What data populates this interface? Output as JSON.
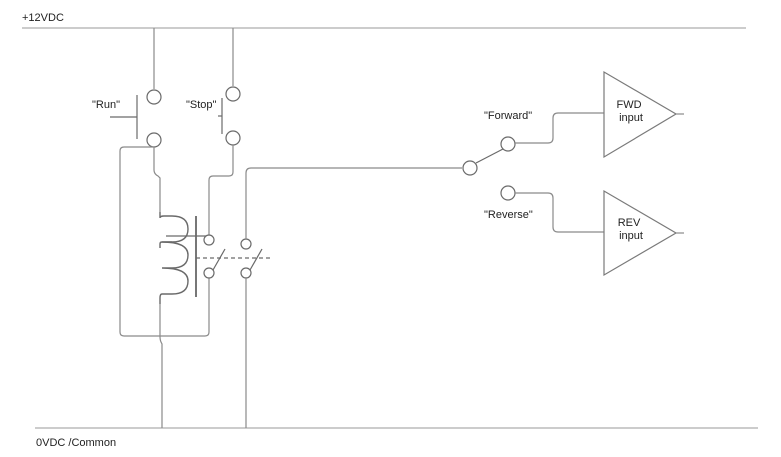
{
  "rails": {
    "top_label": "+12VDC",
    "bottom_label": "0VDC /Common"
  },
  "switches": {
    "run_label": "\"Run\"",
    "stop_label": "\"Stop\"",
    "forward_label": "\"Forward\"",
    "reverse_label": "\"Reverse\""
  },
  "amplifiers": {
    "fwd_line1": "FWD",
    "fwd_line2": "input",
    "rev_line1": "REV",
    "rev_line2": "input"
  }
}
